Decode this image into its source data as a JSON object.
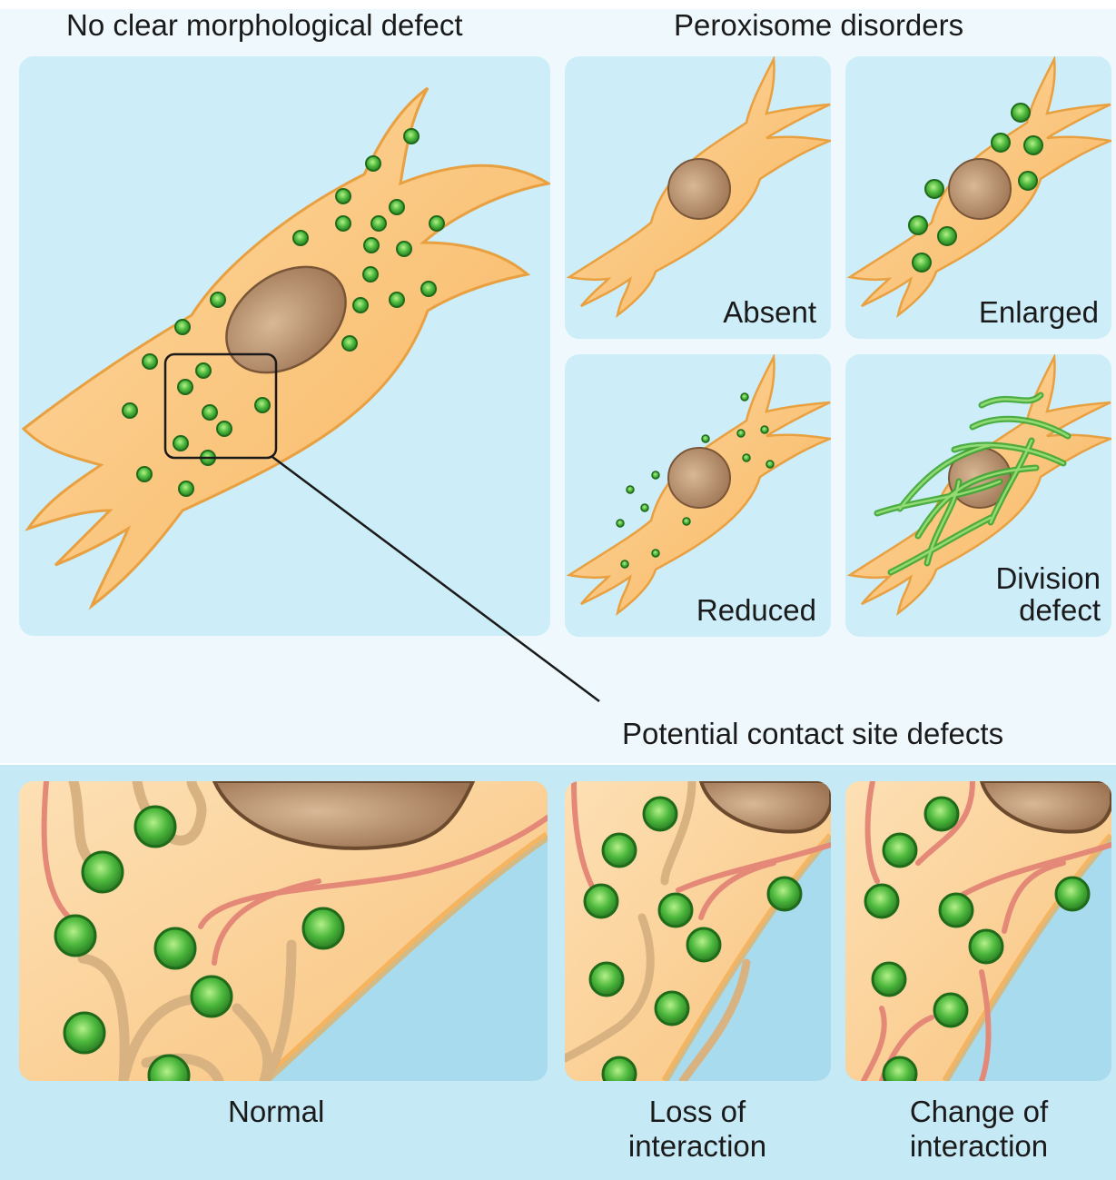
{
  "headings": {
    "left": "No clear morphological defect",
    "right": "Peroxisome disorders",
    "contact": "Potential contact site defects"
  },
  "disorders": {
    "absent": "Absent",
    "enlarged": "Enlarged",
    "reduced": "Reduced",
    "division_1": "Division",
    "division_2": "defect"
  },
  "contacts": {
    "normal": "Normal",
    "loss_1": "Loss of",
    "loss_2": "interaction",
    "change_1": "Change of",
    "change_2": "interaction"
  },
  "colors": {
    "cell_fill": "#fbc477",
    "cell_stroke": "#e8a040",
    "nucleus": "#b88a64",
    "peroxisome": "#3ea832",
    "background_panel": "#cdedf9",
    "er_tether": "#e08070",
    "other_tether": "#d8b080"
  }
}
